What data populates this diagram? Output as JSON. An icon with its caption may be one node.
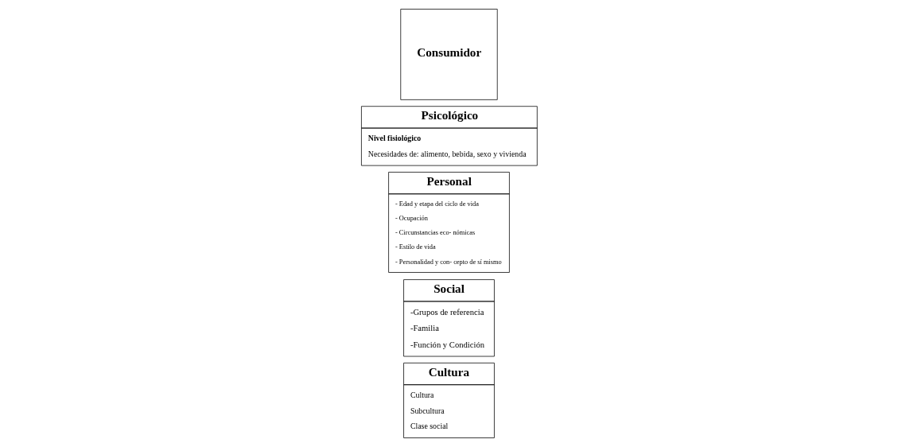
{
  "diagram": {
    "nodes": [
      {
        "text": [
          "Cultura",
          "Cultura",
          "Subcultura",
          "Clase social"
        ]
      },
      {
        "text": [
          "Social",
          "-Grupos de referencia",
          "-Familia",
          "-Función y Condición"
        ]
      },
      {
        "text": [
          "Personal",
          "- Edad y etapa del ciclo de vida",
          "- Ocupación",
          "- Circunstancias eco- nómicas",
          "- Estilo de vida",
          "- Personalidad y con- cepto de sí mismo"
        ]
      },
      {
        "text": [
          "Psicológico",
          "Nivel fisiológico",
          "Necesidades de: alimento, bebida, sexo y vivienda"
        ]
      },
      {
        "text": [
          "Consumidor"
        ]
      }
    ]
  }
}
